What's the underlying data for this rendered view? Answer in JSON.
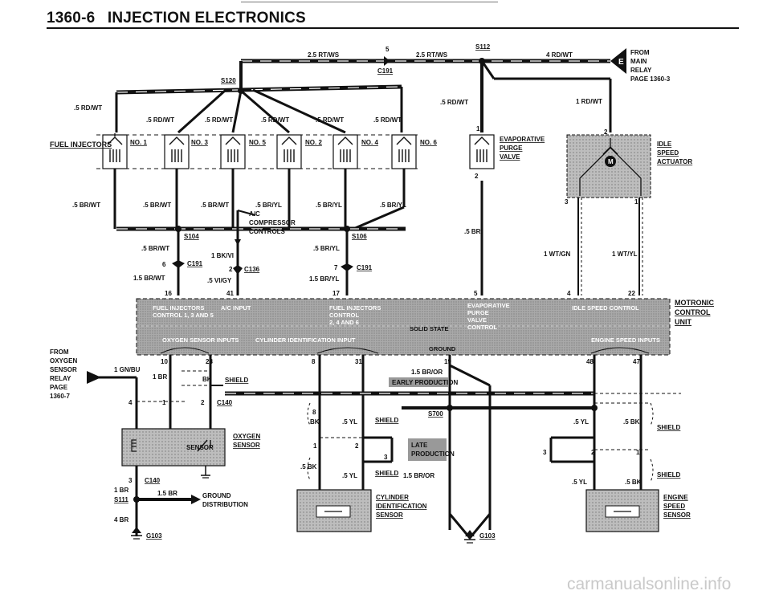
{
  "header": {
    "page_number": "1360-6",
    "section_title": "INJECTION ELECTRONICS"
  },
  "watermark": "carmanualsonline.info",
  "colors": {
    "ink": "#111111",
    "module_fill": "#9a9a9a",
    "module_dark": "#555555",
    "paper": "#ffffff"
  },
  "wires": {
    "top_left": "2.5 RT/WS",
    "top_pin": "5",
    "top_right": "2.5 RT/WS",
    "s112": "S112",
    "c191": "C191",
    "rd_wt_4": "4 RD/WT",
    "from_main_relay": [
      "FROM",
      "MAIN",
      "RELAY",
      "PAGE 1360-3"
    ],
    "e_badge": "E",
    "s120": "S120",
    "rdwt_05": ".5 RD/WT",
    "rdwt_1": "1 RD/WT",
    "brwt_05": ".5 BR/WT",
    "bryl_05": ".5 BR/YL",
    "br_05": ".5 BR",
    "ac_controls": [
      "A/C",
      "COMPRESSOR",
      "CONTROLS"
    ],
    "s104": "S104",
    "s106": "S106",
    "bkvi_1": "1 BK/VI",
    "vigy_05": ".5 VI/GY",
    "brwt_15": "1.5 BR/WT",
    "bryl_15": "1.5 BR/YL",
    "c136": "C136",
    "c191b": "C191",
    "wtgn_1": "1 WT/GN",
    "wtyl_1": "1 WT/YL"
  },
  "injectors": {
    "group_label": "FUEL INJECTORS",
    "items": [
      "NO. 1",
      "NO. 3",
      "NO. 5",
      "NO. 2",
      "NO. 4",
      "NO. 6"
    ]
  },
  "evap_valve": [
    "EVAPORATIVE",
    "PURGE",
    "VALVE"
  ],
  "idle_actuator": [
    "IDLE",
    "SPEED",
    "ACTUATOR"
  ],
  "motor_badge": "M",
  "control_unit": {
    "title": [
      "MOTRONIC",
      "CONTROL",
      "UNIT"
    ],
    "sections": {
      "fuel_inj_135": [
        "FUEL INJECTORS",
        "CONTROL 1, 3 AND 5"
      ],
      "ac_input": "A/C INPUT",
      "fuel_inj_246": [
        "FUEL INJECTORS",
        "CONTROL",
        "2, 4 AND 6"
      ],
      "solid_state": "SOLID STATE",
      "evap_control": [
        "EVAPORATIVE",
        "PURGE",
        "VALVE",
        "CONTROL"
      ],
      "idle_control": "IDLE SPEED CONTROL",
      "o2_inputs": "OXYGEN SENSOR INPUTS",
      "cyl_id_input": "CYLINDER IDENTIFICATION INPUT",
      "ground": "GROUND",
      "engine_speed_inputs": "ENGINE SPEED INPUTS"
    },
    "top_pins": [
      "16",
      "41",
      "17",
      "5",
      "4",
      "22"
    ],
    "bottom_pins": [
      "10",
      "28",
      "8",
      "31",
      "19",
      "48",
      "47"
    ]
  },
  "o2_section": {
    "from_relay": [
      "FROM",
      "OXYGEN",
      "SENSOR",
      "RELAY",
      "PAGE",
      "1360-7"
    ],
    "gnbu": "1 GN/BU",
    "br_1": "1 BR",
    "bk": "BK",
    "shield": "SHIELD",
    "pin4": "4",
    "pin1": "1",
    "pin2": "2",
    "c140": "C140",
    "sensor_label": [
      "OXYGEN",
      "SENSOR"
    ],
    "sensor_inner": "SENSOR",
    "pin3": "3",
    "c140b": "C140",
    "br_1b": "1 BR",
    "s111": "S111",
    "br_15": "1.5 BR",
    "ground_dist": [
      "GROUND",
      "DISTRIBUTION"
    ],
    "br_4": "4 BR",
    "g103": "G103"
  },
  "cyl_section": {
    "bror_15": "1.5 BR/OR",
    "early_production": "EARLY PRODUCTION",
    "s700": "S700",
    "yl_05": ".5 YL",
    "shield": "SHIELD",
    "late_production": [
      "LATE",
      "PRODUCTION"
    ],
    "bk_05": ".5 BK",
    "shield2": "SHIELD",
    "pin1": "1",
    "pin2": "2",
    "pin3": "3",
    "bror_15b": "1.5 BR/OR",
    "sensor_label": [
      "CYLINDER",
      "IDENTIFICATION",
      "SENSOR"
    ],
    "g103": "G103"
  },
  "engine_speed_section": {
    "yl_05": ".5 YL",
    "bk_05": ".5 BK",
    "shield": "SHIELD",
    "pin3": "3",
    "pin2": "2",
    "pin1": "1",
    "yl_05b": ".5 YL",
    "bk_05b": ".5 BK",
    "shield2": "SHIELD",
    "sensor_label": [
      "ENGINE",
      "SPEED",
      "SENSOR"
    ]
  }
}
